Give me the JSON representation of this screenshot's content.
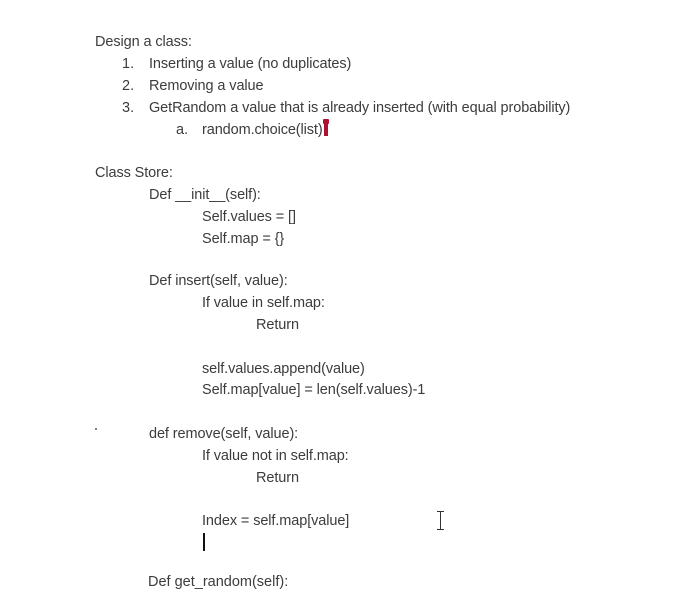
{
  "document": {
    "heading": "Design a class:",
    "requirements": [
      {
        "num": "1.",
        "text": "Inserting a value (no duplicates)"
      },
      {
        "num": "2.",
        "text": "Removing a value"
      },
      {
        "num": "3.",
        "text": "GetRandom a value that is already inserted (with equal probability)"
      }
    ],
    "sub_item": {
      "num": "a.",
      "text": "random.choice(list)"
    },
    "code": {
      "class_line": "Class Store:",
      "init_def": "Def __init__(self):",
      "init_values": "Self.values = []",
      "init_map": "Self.map = {}",
      "insert_def": "Def insert(self, value):",
      "insert_if": "If value in self.map:",
      "insert_return": "Return",
      "insert_append": "self.values.append(value)",
      "insert_map": "Self.map[value] = len(self.values)-1",
      "remove_def": "def remove(self, value):",
      "remove_if": "If value not in self.map:",
      "remove_return": "Return",
      "remove_index": "Index = self.map[value]",
      "cut_line": "Def get_random(self):"
    }
  },
  "icons": {
    "text_caret": "text-caret-icon",
    "ibeam": "ibeam-cursor-icon",
    "remote_cursor": "collaborator-cursor-icon"
  },
  "colors": {
    "text": "#3c3c3c",
    "remote_cursor": "#b0102f",
    "background": "#ffffff"
  }
}
